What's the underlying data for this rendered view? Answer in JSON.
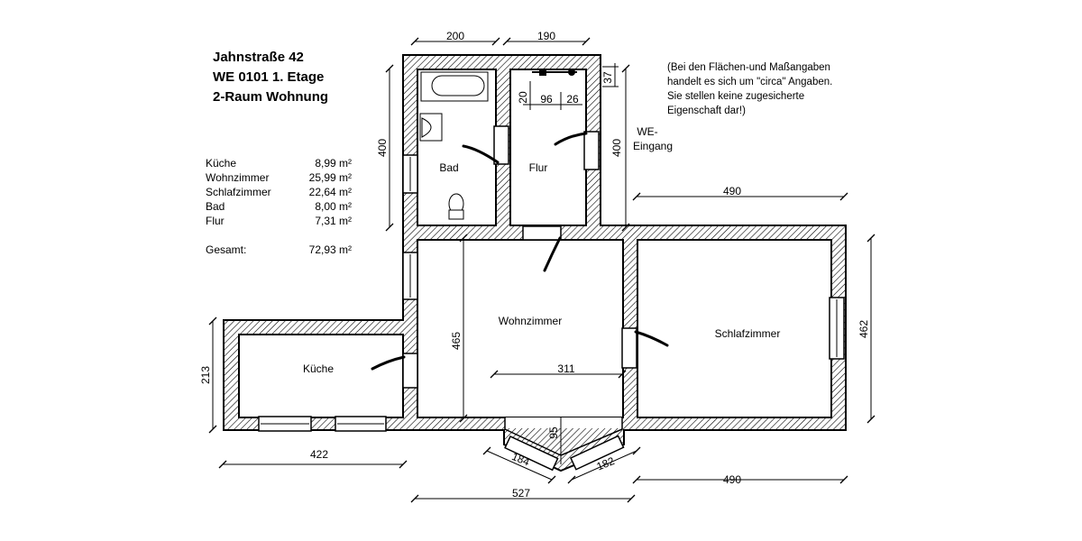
{
  "title": {
    "line1": "Jahnstraße 42",
    "line2": "WE 0101  1. Etage",
    "line3": "2-Raum Wohnung"
  },
  "areas": [
    {
      "name": "Küche",
      "value": "8,99 m²"
    },
    {
      "name": "Wohnzimmer",
      "value": "25,99 m²"
    },
    {
      "name": "Schlafzimmer",
      "value": "22,64 m²"
    },
    {
      "name": "Bad",
      "value": "8,00 m²"
    },
    {
      "name": "Flur",
      "value": "7,31 m²"
    }
  ],
  "total": {
    "label": "Gesamt:",
    "value": "72,93 m²"
  },
  "note": {
    "line1": "(Bei den Flächen-und Maßangaben",
    "line2": "handelt es sich um \"circa\" Angaben.",
    "line3": "Sie stellen keine zugesicherte",
    "line4": "Eigenschaft dar!)"
  },
  "rooms": {
    "bad": "Bad",
    "flur": "Flur",
    "wohnzimmer": "Wohnzimmer",
    "schlafzimmer": "Schlafzimmer",
    "kueche": "Küche"
  },
  "entrance": {
    "line1": "WE-",
    "line2": "Eingang"
  },
  "dimensions": {
    "bad_width": "200",
    "flur_width": "190",
    "bad_height": "400",
    "flur_height": "400",
    "top_offset": "37",
    "flur_20": "20",
    "flur_96": "96",
    "flur_26": "26",
    "schlaf_top": "490",
    "schlaf_height": "462",
    "wohn_height": "465",
    "wohn_width": "311",
    "kueche_height": "213",
    "kueche_width": "422",
    "bay_left": "184",
    "bay_right": "182",
    "bay_depth": "95",
    "bottom_total": "527",
    "schlaf_bottom": "490"
  }
}
